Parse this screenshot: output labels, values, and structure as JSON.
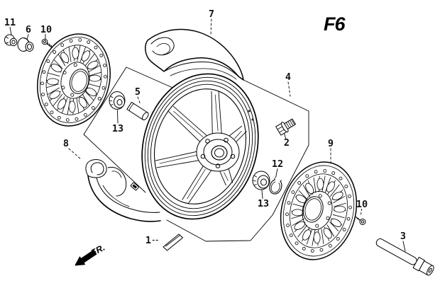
{
  "figure": {
    "code": "F6",
    "direction_label": "FR."
  },
  "callouts": [
    "11",
    "6",
    "10",
    "7",
    "5",
    "13",
    "8",
    "1",
    "12",
    "13",
    "2",
    "4",
    "9",
    "10",
    "3"
  ],
  "colors": {
    "ink": "#000000",
    "paper": "#ffffff"
  }
}
